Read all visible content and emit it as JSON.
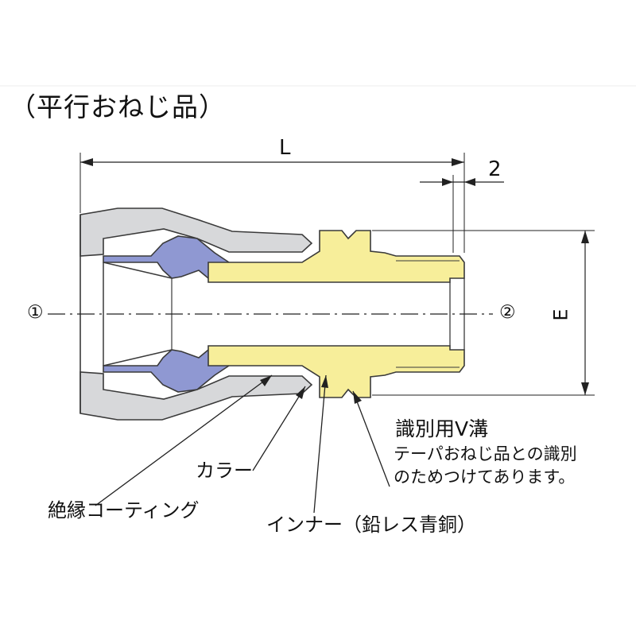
{
  "page": {
    "heading": "（平行おねじ品）"
  },
  "dimensions": {
    "length": "L",
    "groove_offset": "2",
    "thread_diameter": "E"
  },
  "ports": {
    "port_1": "①",
    "port_2": "②"
  },
  "labels": {
    "groove_title": "識別用V溝",
    "groove_note_line1": "テーパおねじ品との識別",
    "groove_note_line2": "のためつけてあります。",
    "collar": "カラー",
    "insulation_coating": "絶縁コーティング",
    "inner": "インナー（鉛レス青銅）"
  },
  "colors": {
    "outer_body": "#d7d8da",
    "collar_blue": "#8f98d2",
    "inner_brass": "#f7ee9a",
    "outline": "#3a3a3a",
    "line": "#222222"
  }
}
